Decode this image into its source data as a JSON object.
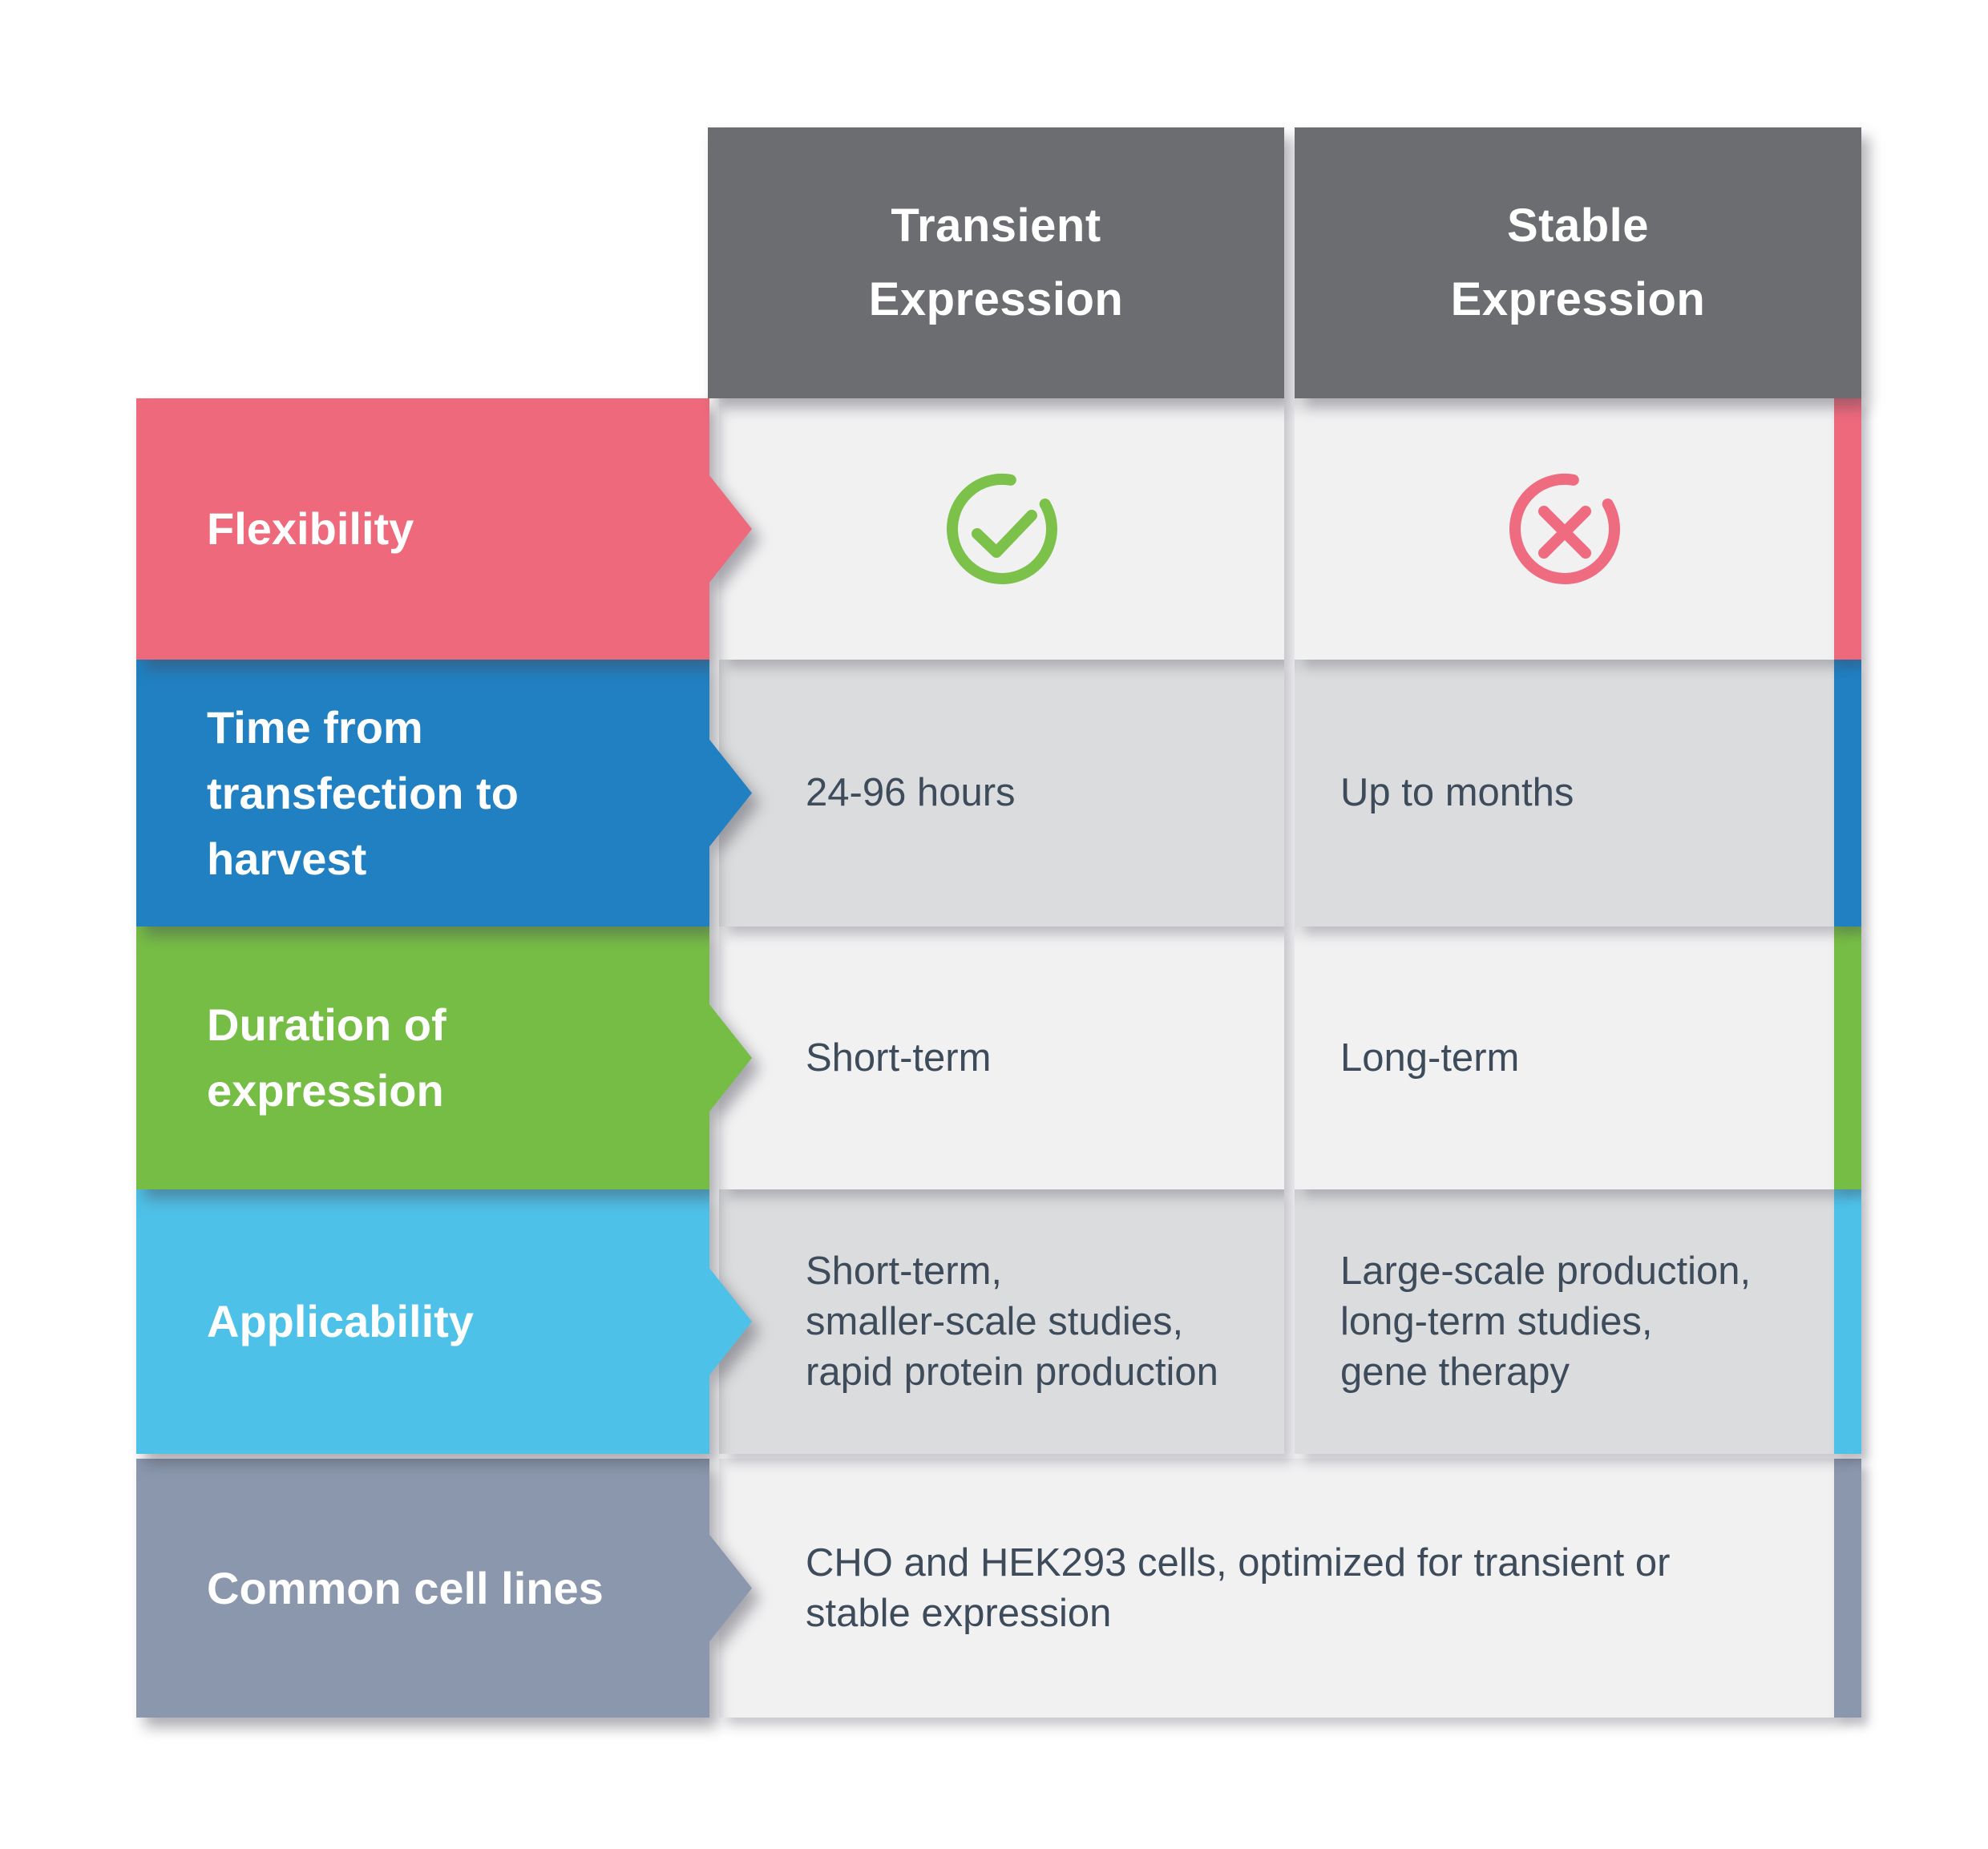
{
  "header": {
    "columns": [
      {
        "label": "Transient\nExpression"
      },
      {
        "label": "Stable\nExpression"
      }
    ],
    "bg_color": "#6c6d70",
    "text_color": "#ffffff"
  },
  "rows": [
    {
      "label": "Flexibility",
      "color": "#ee697b",
      "transient": {
        "icon": "check-circle",
        "icon_color": "#7cc24a"
      },
      "stable": {
        "icon": "x-circle",
        "icon_color": "#ee6b80"
      }
    },
    {
      "label": "Time from\ntransfection to\nharvest",
      "color": "#2080c1",
      "transient": {
        "text": "24-96 hours"
      },
      "stable": {
        "text": "Up to months"
      }
    },
    {
      "label": "Duration of\nexpression",
      "color": "#76bd45",
      "transient": {
        "text": "Short-term"
      },
      "stable": {
        "text": "Long-term"
      }
    },
    {
      "label": "Applicability",
      "color": "#4ec1e8",
      "transient": {
        "text": "Short-term,\nsmaller-scale studies,\nrapid protein production"
      },
      "stable": {
        "text": "Large-scale production,\nlong-term studies,\ngene therapy"
      }
    },
    {
      "label": "Common cell lines",
      "color": "#8a97ad",
      "combined": {
        "text": "CHO and HEK293 cells, optimized for transient or\nstable expression"
      }
    }
  ],
  "colors": {
    "background": "#ffffff",
    "cell_light": "#f1f1f2",
    "cell_dark": "#dbdcdd",
    "cell_text": "#3d4b5b"
  }
}
